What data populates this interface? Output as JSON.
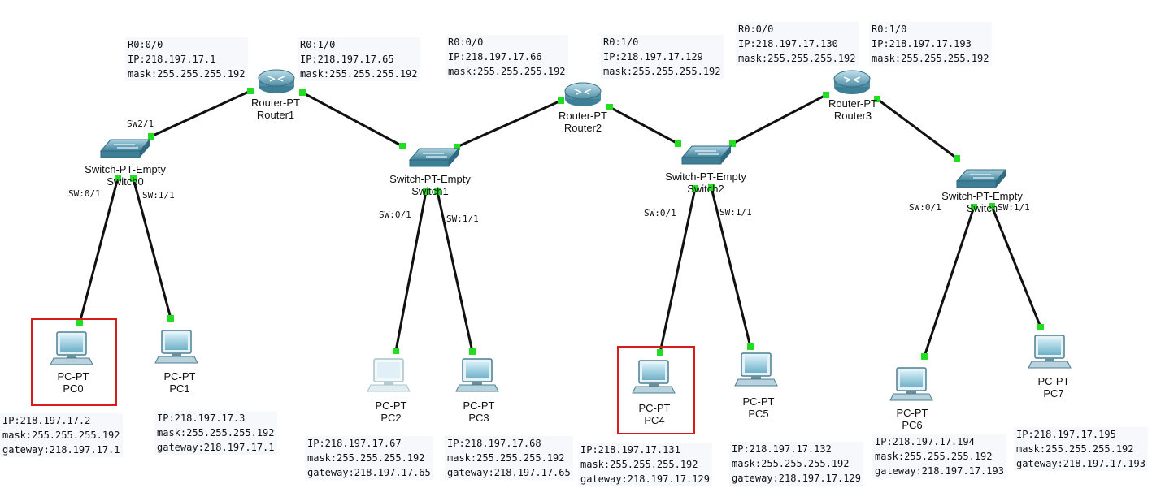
{
  "colors": {
    "link": "#111111",
    "port_up": "#22dd22",
    "highlight": "#d81c1c",
    "router_body": "#6fa8bd",
    "switch_body": "#5f9cb0",
    "pc_screen": "#9ed3e6"
  },
  "routers": [
    {
      "type": "Router-PT",
      "name": "Router1"
    },
    {
      "type": "Router-PT",
      "name": "Router2"
    },
    {
      "type": "Router-PT",
      "name": "Router3"
    }
  ],
  "switches": [
    {
      "type": "Switch-PT-Empty",
      "name": "Switch0"
    },
    {
      "type": "Switch-PT-Empty",
      "name": "Switch1"
    },
    {
      "type": "Switch-PT-Empty",
      "name": "Switch2"
    },
    {
      "type": "Switch-PT-Empty",
      "name": "Switch"
    }
  ],
  "pcs": [
    {
      "type": "PC-PT",
      "name": "PC0",
      "ip": "IP:218.197.17.2",
      "mask": "mask:255.255.255.192",
      "gateway": "gateway:218.197.17.1"
    },
    {
      "type": "PC-PT",
      "name": "PC1",
      "ip": "IP:218.197.17.3",
      "mask": "mask:255.255.255.192",
      "gateway": "gateway:218.197.17.1"
    },
    {
      "type": "PC-PT",
      "name": "PC2",
      "ip": "IP:218.197.17.67",
      "mask": "mask:255.255.255.192",
      "gateway": "gateway:218.197.17.65"
    },
    {
      "type": "PC-PT",
      "name": "PC3",
      "ip": "IP:218.197.17.68",
      "mask": "mask:255.255.255.192",
      "gateway": "gateway:218.197.17.65"
    },
    {
      "type": "PC-PT",
      "name": "PC4",
      "ip": "IP:218.197.17.131",
      "mask": "mask:255.255.255.192",
      "gateway": "gateway:218.197.17.129"
    },
    {
      "type": "PC-PT",
      "name": "PC5",
      "ip": "IP:218.197.17.132",
      "mask": "mask:255.255.255.192",
      "gateway": "gateway:218.197.17.129"
    },
    {
      "type": "PC-PT",
      "name": "PC6",
      "ip": "IP:218.197.17.194",
      "mask": "mask:255.255.255.192",
      "gateway": "gateway:218.197.17.193"
    },
    {
      "type": "PC-PT",
      "name": "PC7",
      "ip": "IP:218.197.17.195",
      "mask": "mask:255.255.255.192",
      "gateway": "gateway:218.197.17.193"
    }
  ],
  "router_interfaces": [
    {
      "port": "R0:0/0",
      "ip": "IP:218.197.17.1",
      "mask": "mask:255.255.255.192"
    },
    {
      "port": "R0:1/0",
      "ip": "IP:218.197.17.65",
      "mask": "mask:255.255.255.192"
    },
    {
      "port": "R0:0/0",
      "ip": "IP:218.197.17.66",
      "mask": "mask:255.255.255.192"
    },
    {
      "port": "R0:1/0",
      "ip": "IP:218.197.17.129",
      "mask": "mask:255.255.255.192"
    },
    {
      "port": "R0:0/0",
      "ip": "IP:218.197.17.130",
      "mask": "mask:255.255.255.192"
    },
    {
      "port": "R0:1/0",
      "ip": "IP:218.197.17.193",
      "mask": "mask:255.255.255.192"
    }
  ],
  "port_labels": {
    "sw0_up": "SW2/1",
    "sw0_p0": "SW:0/1",
    "sw0_p1": "SW:1/1",
    "sw1_p0": "SW:0/1",
    "sw1_p1": "SW:1/1",
    "sw2_p0": "SW:0/1",
    "sw2_p1": "SW:1/1",
    "sw3_p0": "SW:0/1",
    "sw3_p1": "SW:1/1"
  }
}
